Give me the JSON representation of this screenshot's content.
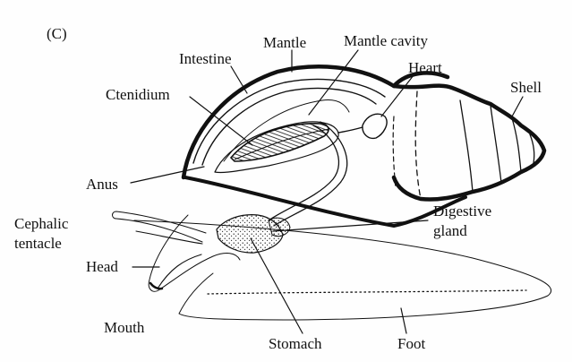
{
  "panel_letter": "(C)",
  "labels": {
    "mantle": "Mantle",
    "mantle_cavity": "Mantle cavity",
    "intestine": "Intestine",
    "heart": "Heart",
    "ctenidium": "Ctenidium",
    "shell": "Shell",
    "anus": "Anus",
    "cephalic_tentacle_line1": "Cephalic",
    "cephalic_tentacle_line2": "tentacle",
    "digestive_gland_line1": "Digestive",
    "digestive_gland_line2": "gland",
    "head": "Head",
    "mouth": "Mouth",
    "stomach": "Stomach",
    "foot": "Foot"
  }
}
